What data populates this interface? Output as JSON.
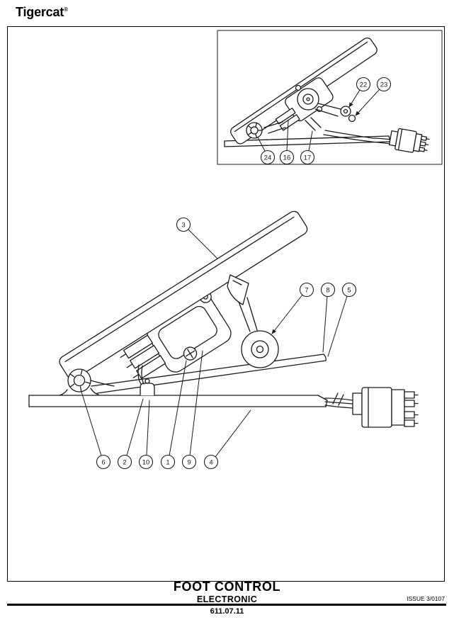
{
  "page": {
    "brand": "Tigercat",
    "registered_mark": "®",
    "issue_label": "ISSUE 3/0107"
  },
  "footer": {
    "title": "FOOT CONTROL",
    "subtitle": "ELECTRONIC",
    "section_number": "611.07.11"
  },
  "diagram": {
    "main_callouts": [
      "3",
      "7",
      "8",
      "5",
      "6",
      "2",
      "10",
      "1",
      "9",
      "4"
    ],
    "inset_callouts": [
      "22",
      "23",
      "24",
      "16",
      "17"
    ]
  },
  "colors": {
    "ink": "#1a1a1a",
    "paper": "#ffffff"
  }
}
